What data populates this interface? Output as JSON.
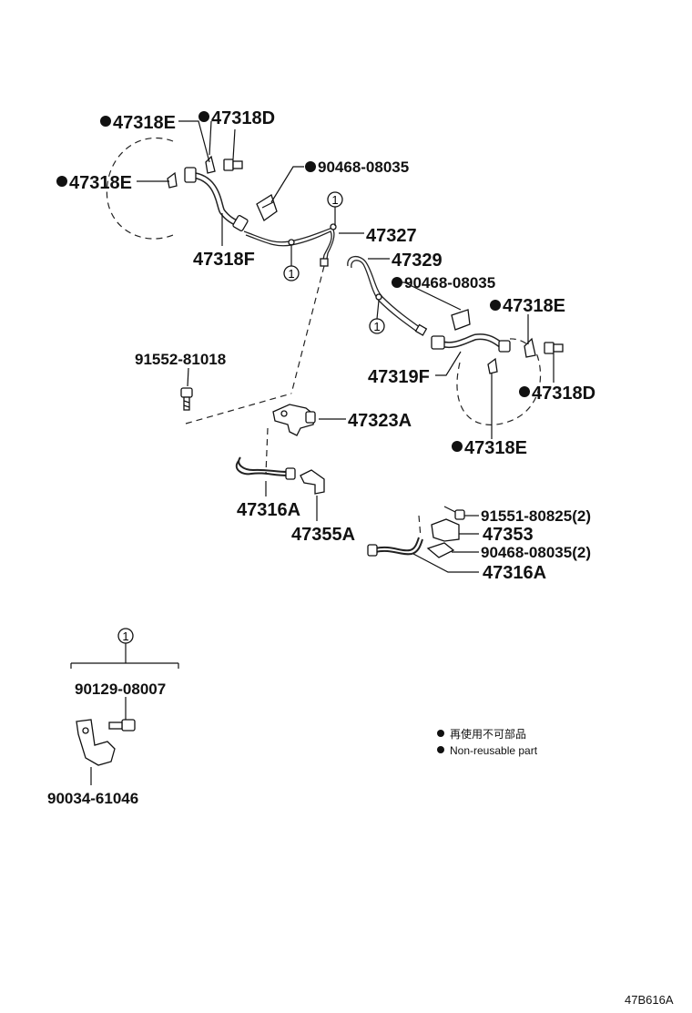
{
  "labels": {
    "p47318E_a": "47318E",
    "p47318D_a": "47318D",
    "p47318E_b": "47318E",
    "p90468_a": "90468-08035",
    "p47318F": "47318F",
    "p47327": "47327",
    "p47329": "47329",
    "p90468_b": "90468-08035",
    "p47318E_c": "47318E",
    "p91552": "91552-81018",
    "p47319F": "47319F",
    "p47318D_b": "47318D",
    "p47323A": "47323A",
    "p47318E_d": "47318E",
    "p47316A_a": "47316A",
    "p47355A": "47355A",
    "p91551": "91551-80825(2)",
    "p47353": "47353",
    "p90468_c": "90468-08035(2)",
    "p47316A_b": "47316A",
    "p90129": "90129-08007",
    "p90034": "90034-61046"
  },
  "callout_number": "1",
  "legend": {
    "jp": "再使用不可部品",
    "en": "Non-reusable part"
  },
  "ref_code": "47B616A"
}
